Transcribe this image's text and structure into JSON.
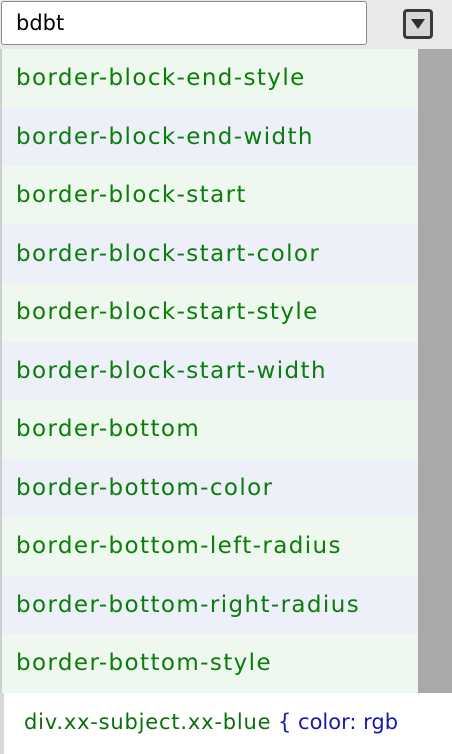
{
  "search": {
    "value": "bdbt"
  },
  "dropdown": {
    "icon": "triangle-down-icon"
  },
  "suggestions": [
    "border-block-end-style",
    "border-block-end-width",
    "border-block-start",
    "border-block-start-color",
    "border-block-start-style",
    "border-block-start-width",
    "border-bottom",
    "border-bottom-color",
    "border-bottom-left-radius",
    "border-bottom-right-radius",
    "border-bottom-style"
  ],
  "code": {
    "selector": "div.xx-subject.xx-blue",
    "declaration": "{ color: rgb"
  },
  "colors": {
    "item_text": "#0a7d0a",
    "row_odd": "#eef8ee",
    "row_even": "#eef0f9",
    "scrollbar": "#a9a9a9",
    "declaration": "#1a1aa6"
  }
}
